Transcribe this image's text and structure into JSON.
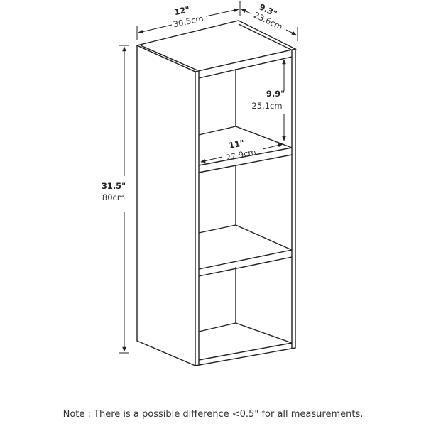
{
  "diagram": {
    "subject": "3-tier cube bookshelf",
    "dimensions": {
      "width": {
        "in": "12\"",
        "cm": "30.5cm"
      },
      "depth": {
        "in": "9.3\"",
        "cm": "23.6cm"
      },
      "height": {
        "in": "31.5\"",
        "cm": "80cm"
      },
      "compartment_height": {
        "in": "9.9\"",
        "cm": "25.1cm"
      },
      "compartment_width": {
        "in": "11\"",
        "cm": "27.9cm"
      }
    },
    "shelves": 3,
    "line_color": "#222222",
    "background": "#ffffff"
  },
  "note": "Note : There is a possible difference <0.5\" for all measurements."
}
